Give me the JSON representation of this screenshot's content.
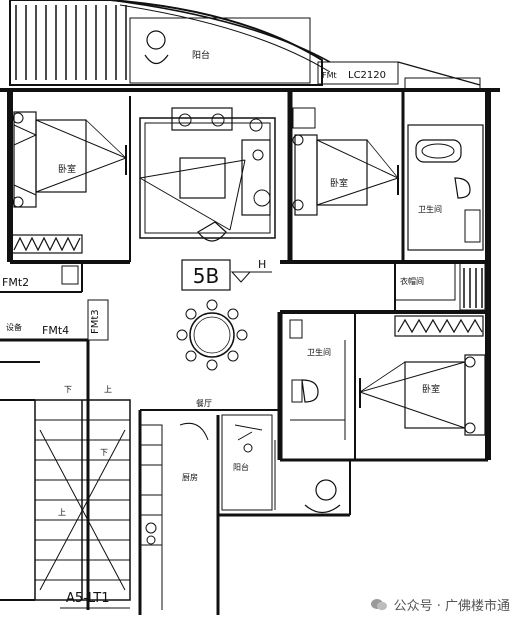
{
  "plan": {
    "unit_code": "5B",
    "orientation_mark": "H",
    "lift_label": "A5-LT1",
    "window_code": "LC2120",
    "rooms": {
      "balcony_top": "阳台",
      "balcony_bottom": "阳台",
      "bedroom_left": "卧室",
      "bedroom_mid": "卧室",
      "bedroom_right": "卧室",
      "bath_top": "卫生间",
      "bath_bottom": "卫生间",
      "wardrobe": "衣帽间",
      "dining": "餐厅",
      "kitchen": "厨房",
      "equipment": "设备"
    },
    "doors": {
      "fm_a": "FMt2",
      "fm_b": "FMt4",
      "fm_c": "FMt3",
      "fm_window": "FMt"
    },
    "stair_marks": [
      "下",
      "上",
      "下",
      "上"
    ]
  },
  "watermark": {
    "text": "公众号 · 广佛楼市通",
    "icon": "wechat-icon"
  }
}
